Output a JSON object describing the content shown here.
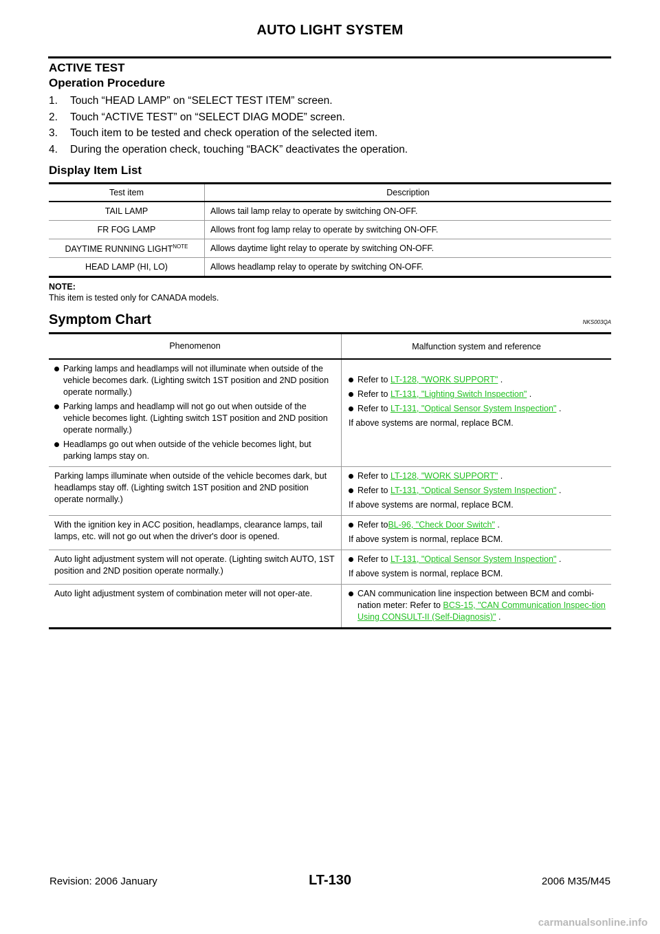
{
  "header": {
    "title": "AUTO LIGHT SYSTEM"
  },
  "active_test": {
    "heading": "ACTIVE TEST",
    "procedure_heading": "Operation Procedure",
    "steps": [
      {
        "num": "1.",
        "text": "Touch “HEAD LAMP” on “SELECT TEST ITEM” screen."
      },
      {
        "num": "2.",
        "text": "Touch “ACTIVE TEST” on “SELECT DIAG MODE” screen."
      },
      {
        "num": "3.",
        "text": "Touch item to be tested and check operation of the selected item."
      },
      {
        "num": "4.",
        "text": "During the operation check, touching “BACK” deactivates the operation."
      }
    ]
  },
  "display_list": {
    "heading": "Display Item List",
    "columns": [
      "Test item",
      "Description"
    ],
    "rows": [
      {
        "item": "TAIL LAMP",
        "sup": "",
        "desc": "Allows tail lamp relay to operate by switching ON-OFF."
      },
      {
        "item": "FR FOG LAMP",
        "sup": "",
        "desc": "Allows front fog lamp relay to operate by switching ON-OFF."
      },
      {
        "item": "DAYTIME RUNNING LIGHT",
        "sup": "NOTE",
        "desc": "Allows daytime light relay to operate by switching ON-OFF."
      },
      {
        "item": "HEAD LAMP (HI, LO)",
        "sup": "",
        "desc": "Allows headlamp relay to operate by switching ON-OFF."
      }
    ],
    "note_label": "NOTE:",
    "note_text": "This item is tested only for CANADA models."
  },
  "symptom_chart": {
    "heading": "Symptom Chart",
    "code": "NKS003QA",
    "columns": [
      "Phenomenon",
      "Malfunction system and reference"
    ],
    "row1": {
      "phen": [
        "Parking lamps and headlamps will not illuminate when outside of the vehicle becomes dark. (Lighting switch 1ST position and 2ND position operate normally.)",
        "Parking lamps and headlamp will not go out when outside of the vehicle becomes light. (Lighting switch 1ST position and 2ND position operate normally.)",
        "Headlamps go out when outside of the vehicle becomes light, but parking lamps stay on."
      ],
      "refs": [
        {
          "pre": "Refer to ",
          "link": "LT-128, \"WORK SUPPORT\"",
          "post": " ."
        },
        {
          "pre": "Refer to ",
          "link": "LT-131, \"Lighting Switch Inspection\"",
          "post": " ."
        },
        {
          "pre": "Refer to ",
          "link": "LT-131, \"Optical Sensor System Inspection\"",
          "post": " ."
        }
      ],
      "footer": "If above systems are normal, replace BCM."
    },
    "row2": {
      "phen": "Parking lamps illuminate when outside of the vehicle becomes dark, but headlamps stay off. (Lighting switch 1ST position and 2ND position operate normally.)",
      "refs": [
        {
          "pre": "Refer to ",
          "link": "LT-128, \"WORK SUPPORT\"",
          "post": " ."
        },
        {
          "pre": "Refer to ",
          "link": "LT-131, \"Optical Sensor System Inspection\"",
          "post": " ."
        }
      ],
      "footer": "If above systems are normal, replace BCM."
    },
    "row3": {
      "phen": "With the ignition key in ACC position, headlamps, clearance lamps, tail lamps, etc. will not go out when the driver's door is opened.",
      "refs": [
        {
          "pre": "Refer to",
          "link": "BL-96, \"Check Door Switch\"",
          "post": " ."
        }
      ],
      "footer": "If above system is normal, replace  BCM."
    },
    "row4": {
      "phen": "Auto light adjustment system will not operate. (Lighting switch AUTO, 1ST position and 2ND position operate normally.)",
      "refs": [
        {
          "pre": "Refer to ",
          "link": "LT-131, \"Optical Sensor System Inspection\"",
          "post": " ."
        }
      ],
      "footer": "If above system is normal, replace  BCM."
    },
    "row5": {
      "phen": "Auto light adjustment system of combination meter will not oper-ate.",
      "ref_pre": "CAN communication line inspection between BCM and combi-nation meter: Refer to ",
      "ref_link": "BCS-15, \"CAN Communication Inspec-tion Using CONSULT-II (Self-Diagnosis)\"",
      "ref_post": " ."
    }
  },
  "footer": {
    "revision": "Revision: 2006 January",
    "page": "LT-130",
    "model": "2006 M35/M45"
  },
  "watermark": "carmanualsonline.info",
  "colors": {
    "link": "#21c021",
    "rule": "#000000",
    "watermark": "#b9b9b9"
  }
}
